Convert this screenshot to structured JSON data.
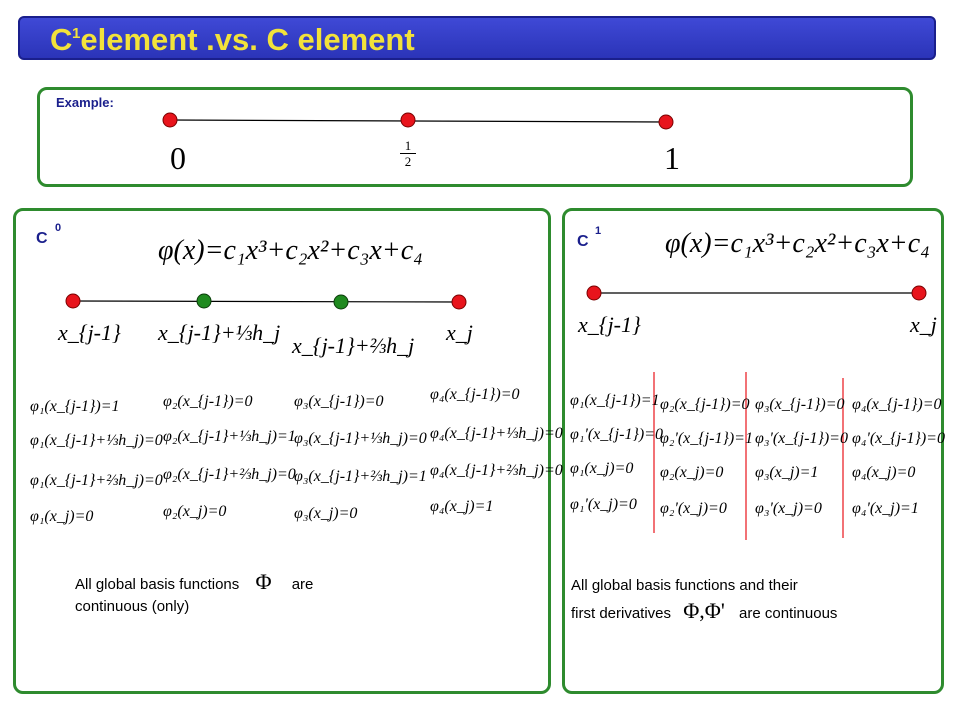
{
  "title": {
    "c": "C",
    "sup": "1",
    "rest": "element .vs. C element"
  },
  "example": {
    "label": "Example:",
    "node0": "0",
    "half_num": "1",
    "half_den": "2",
    "node1": "1"
  },
  "left": {
    "label": "C",
    "sup": "0",
    "equation": "φ(x)=c₁x³+c₂x²+c₃x+c₄",
    "nodes": [
      "x_{j-1}",
      "x_{j-1}+⅓h_j",
      "x_{j-1}+⅔h_j",
      "x_j"
    ],
    "conditions": [
      [
        "φ₁(x_{j-1})=1",
        "φ₁(x_{j-1}+⅓h_j)=0",
        "φ₁(x_{j-1}+⅔h_j)=0",
        "φ₁(x_j)=0"
      ],
      [
        "φ₂(x_{j-1})=0",
        "φ₂(x_{j-1}+⅓h_j)=1",
        "φ₂(x_{j-1}+⅔h_j)=0",
        "φ₂(x_j)=0"
      ],
      [
        "φ₃(x_{j-1})=0",
        "φ₃(x_{j-1}+⅓h_j)=0",
        "φ₃(x_{j-1}+⅔h_j)=1",
        "φ₃(x_j)=0"
      ],
      [
        "φ₄(x_{j-1})=0",
        "φ₄(x_{j-1}+⅓h_j)=0",
        "φ₄(x_{j-1}+⅔h_j)=0",
        "φ₄(x_j)=1"
      ]
    ],
    "caption_a": "All global basis functions",
    "symbol": "Φ",
    "caption_b": "are",
    "caption_c": "continuous (only)"
  },
  "right": {
    "label": "C",
    "sup": "1",
    "equation": "φ(x)=c₁x³+c₂x²+c₃x+c₄",
    "nodes": [
      "x_{j-1}",
      "x_j"
    ],
    "conditions": [
      [
        "φ₁(x_{j-1})=1",
        "φ₁'(x_{j-1})=0",
        "φ₁(x_j)=0",
        "φ₁'(x_j)=0"
      ],
      [
        "φ₂(x_{j-1})=0",
        "φ₂'(x_{j-1})=1",
        "φ₂(x_j)=0",
        "φ₂'(x_j)=0"
      ],
      [
        "φ₃(x_{j-1})=0",
        "φ₃'(x_{j-1})=0",
        "φ₃(x_j)=1",
        "φ₃'(x_j)=0"
      ],
      [
        "φ₄(x_{j-1})=0",
        "φ₄'(x_{j-1})=0",
        "φ₄(x_j)=0",
        "φ₄'(x_j)=1"
      ]
    ],
    "caption_a": "All global basis functions and their",
    "caption_b": "first derivatives",
    "symbol": "Φ,Φ'",
    "caption_c": "are continuous"
  },
  "colors": {
    "title_bg": "#2f39c4",
    "title_text": "#f2e23a",
    "border": "#2e8b2e",
    "node_red": "#e8141c",
    "node_green": "#1f8a1f",
    "label": "#1a1f8c",
    "divider": "#e8141c"
  }
}
